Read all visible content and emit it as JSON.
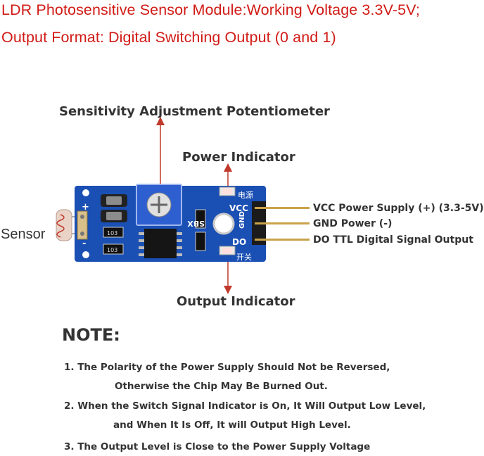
{
  "title": {
    "line1": "LDR Photosensitive Sensor Module:Working Voltage 3.3V-5V;",
    "line2": "Output Format: Digital Switching Output (0 and 1)"
  },
  "callouts": {
    "potentiometer": "Sensitivity Adjustment Potentiometer",
    "power_indicator": "Power Indicator",
    "output_indicator": "Output Indicator",
    "sensor": "Sensor"
  },
  "pins": {
    "vcc": "VCC Power Supply (+) (3.3-5V)",
    "gnd": "GND Power (-)",
    "do": "DO TTL Digital Signal Output"
  },
  "board": {
    "vcc_silk": "VCC",
    "gnd_silk": "GND",
    "do_silk": "DO",
    "sbx_silk": "SBX",
    "power_cn": "电源",
    "switch_cn": "开关",
    "plus": "+",
    "minus": "-",
    "res_code": "103"
  },
  "note": {
    "heading": "NOTE:",
    "items": [
      "1. The Polarity of the Power Supply Should Not be Reversed,",
      "Otherwise the Chip May Be Burned Out.",
      "2. When the Switch Signal Indicator is On, It Will Output Low Level,",
      "and When It Is Off, It will Output High Level.",
      "3. The Output Level is Close to the Power Supply Voltage"
    ]
  },
  "colors": {
    "title_red": "#d11b16",
    "pcb_blue": "#1a4fb4",
    "arrow_red": "#c0392b",
    "pin_gold": "#c9a24a"
  }
}
